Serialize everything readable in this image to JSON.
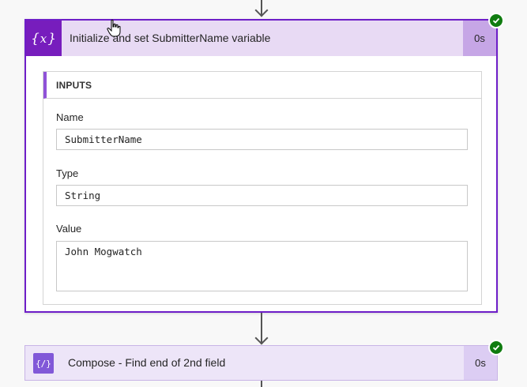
{
  "action1": {
    "title": "Initialize and set SubmitterName variable",
    "duration": "0s",
    "inputs": {
      "heading": "INPUTS",
      "fields": [
        {
          "label": "Name",
          "value": "SubmitterName"
        },
        {
          "label": "Type",
          "value": "String"
        },
        {
          "label": "Value",
          "value": "John Mogwatch"
        }
      ]
    }
  },
  "action2": {
    "title": "Compose - Find end of 2nd field",
    "duration": "0s"
  },
  "icons": {
    "variable": "variable-icon",
    "compose": "compose-icon",
    "status": "success-check-icon",
    "connector": "down-arrow-icon",
    "cursor": "hand-cursor-icon"
  },
  "colors": {
    "variable_accent": "#771dbd",
    "compose_accent": "#8158d8",
    "success": "#107c10"
  }
}
